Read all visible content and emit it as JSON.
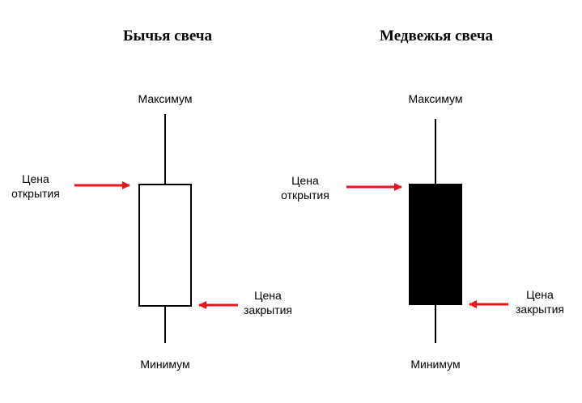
{
  "colors": {
    "arrow": "#e8161b",
    "wick": "#000000",
    "bull_body_fill": "#ffffff",
    "bear_body_fill": "#000000"
  },
  "bull": {
    "title": "Бычья свеча",
    "high_label": "Максимум",
    "low_label": "Минимум",
    "open_label_line1": "Цена",
    "open_label_line2": "открытия",
    "close_label_line1": "Цена",
    "close_label_line2": "закрытия"
  },
  "bear": {
    "title": "Медвежья свеча",
    "high_label": "Максимум",
    "low_label": "Минимум",
    "open_label_line1": "Цена",
    "open_label_line2": "открытия",
    "close_label_line1": "Цена",
    "close_label_line2": "закрытия"
  }
}
